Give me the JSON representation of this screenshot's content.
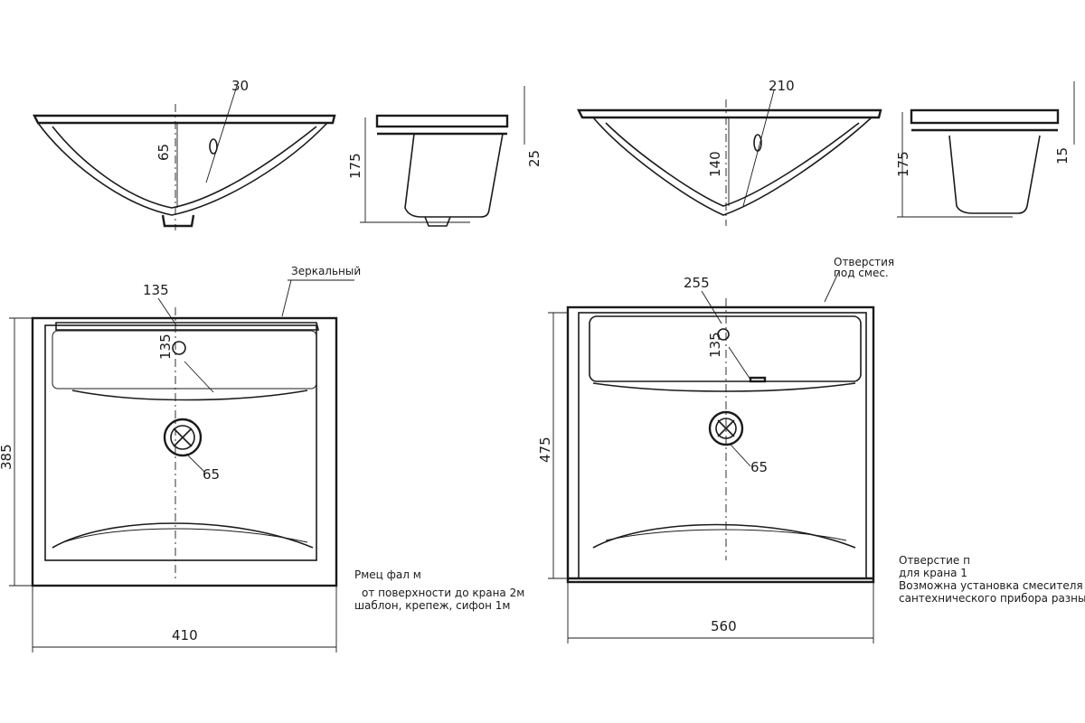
{
  "left_sink": {
    "front_section": {
      "dim_top": "30",
      "dim_depth": "65"
    },
    "side_section": {
      "dim_height": "175",
      "dim_rim": "25"
    },
    "plan": {
      "dim_tap": "135",
      "dim_edge": "135",
      "dim_drain": "65",
      "dim_height": "385",
      "dim_width": "410",
      "callout_top": "Зеркальный",
      "note_lines": [
        "Рмец фал м",
        "от поверхности до крана 2м",
        "шаблон, крепеж, сифон 1м"
      ]
    }
  },
  "right_sink": {
    "front_section": {
      "dim_top": "210",
      "dim_depth": "140"
    },
    "side_section": {
      "dim_height": "175",
      "dim_rim": "15"
    },
    "plan": {
      "dim_tap": "255",
      "dim_edge": "135",
      "dim_drain": "65",
      "dim_height": "475",
      "dim_width": "560",
      "callout_top": [
        "Отверстия",
        "под смес."
      ],
      "note_lines": [
        "Отверстие п",
        "для крана 1",
        "Возможна установка смесителя",
        "сантехнического прибора разных от"
      ]
    }
  }
}
